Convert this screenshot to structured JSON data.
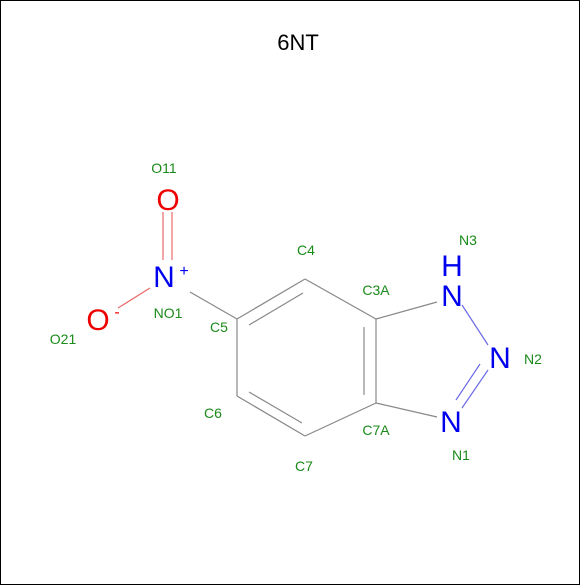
{
  "title": "6NT",
  "colors": {
    "label": "#1a8a1a",
    "nitrogen": "#0000ee",
    "oxygen": "#ee0000",
    "carbon_bond": "#888888"
  },
  "atoms": {
    "o11": "O",
    "o21": "O",
    "o21_charge": "-",
    "no1": "N",
    "no1_charge": "+",
    "n3_h": "H",
    "n3": "N",
    "n2": "N",
    "n1": "N"
  },
  "labels": {
    "o11": "O11",
    "o21": "O21",
    "no1": "NO1",
    "c4": "C4",
    "c5": "C5",
    "c6": "C6",
    "c7": "C7",
    "c3a": "C3A",
    "c7a": "C7A",
    "n3": "N3",
    "n2": "N2",
    "n1": "N1"
  }
}
